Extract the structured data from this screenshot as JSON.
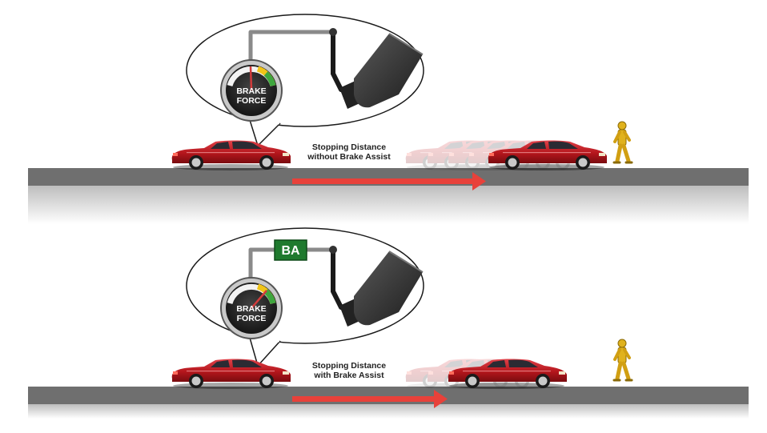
{
  "panels": [
    {
      "gauge_line1": "BRAKE",
      "gauge_line2": "FORCE",
      "caption_line1": "Stopping Distance",
      "caption_line2": "without Brake Assist",
      "badge_label": ""
    },
    {
      "gauge_line1": "BRAKE",
      "gauge_line2": "FORCE",
      "caption_line1": "Stopping Distance",
      "caption_line2": "with Brake Assist",
      "badge_label": "BA"
    }
  ],
  "colors": {
    "car_red": "#b5161c",
    "arrow_red": "#e8413a",
    "road_gray": "#6f6f6f",
    "badge_green": "#1f7a2e",
    "dummy_yellow": "#e0b21c"
  },
  "icons": [
    "brake-pedal-icon",
    "car-icon",
    "crash-test-dummy-icon",
    "brake-force-gauge-icon"
  ]
}
